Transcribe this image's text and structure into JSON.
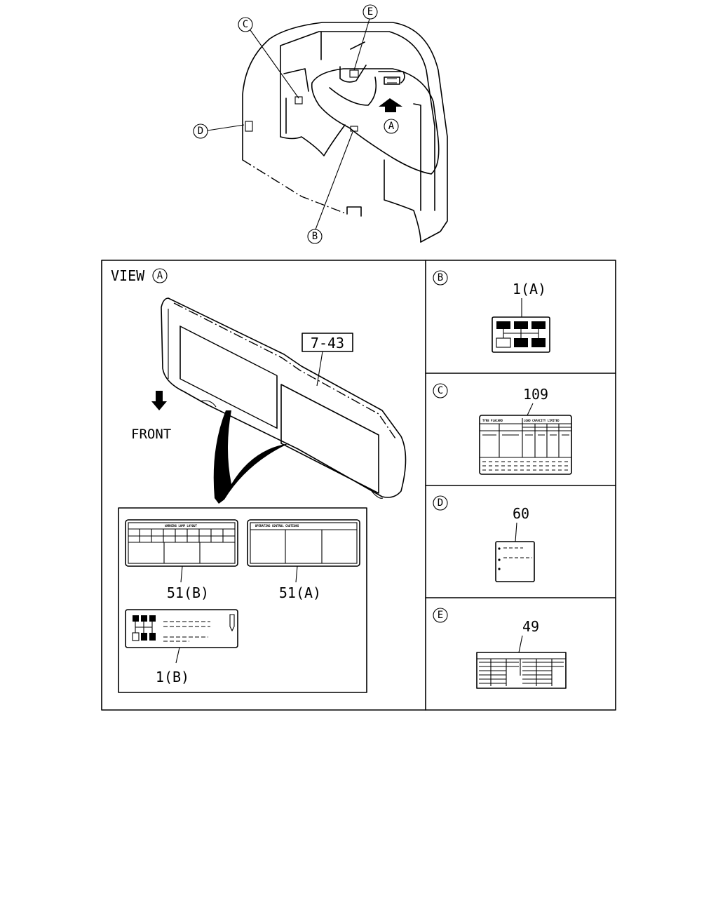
{
  "callouts": {
    "a": "A",
    "b": "B",
    "c": "C",
    "d": "D",
    "e": "E"
  },
  "view": {
    "label": "VIEW",
    "circle": "A",
    "front": "FRONT",
    "ref": "7-43",
    "parts": {
      "p51b": "51(B)",
      "p51a": "51(A)",
      "p1b": "1(B)"
    },
    "tiny_51b": "WARNING LAMP LAYOUT",
    "tiny_51a": "OPERATING CONTROL CAUTIONS"
  },
  "panels": {
    "b": {
      "circle": "B",
      "part": "1(A)"
    },
    "c": {
      "circle": "C",
      "part": "109",
      "tiny_left": "TYRE PLACARD",
      "tiny_right": "LOAD CAPACITY LIMITED"
    },
    "d": {
      "circle": "D",
      "part": "60"
    },
    "e": {
      "circle": "E",
      "part": "49"
    }
  }
}
